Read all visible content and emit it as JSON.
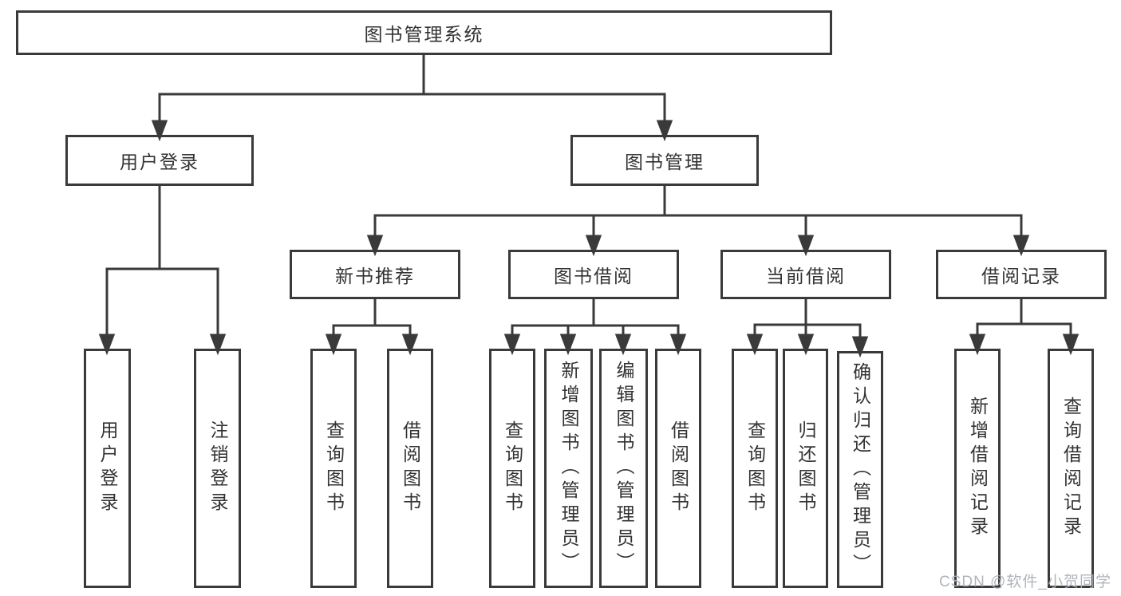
{
  "tree": {
    "root": "图书管理系统",
    "level2": [
      {
        "label": "用户登录",
        "children": [
          "用户登录",
          "注销登录"
        ]
      },
      {
        "label": "图书管理",
        "modules": [
          {
            "label": "新书推荐",
            "children": [
              "查询图书",
              "借阅图书"
            ]
          },
          {
            "label": "图书借阅",
            "children": [
              "查询图书",
              "新增图书（管理员）",
              "编辑图书（管理员）",
              "借阅图书"
            ]
          },
          {
            "label": "当前借阅",
            "children": [
              "查询图书",
              "归还图书",
              "确认归还（管理员）"
            ]
          },
          {
            "label": "借阅记录",
            "children": [
              "新增借阅记录",
              "查询借阅记录"
            ]
          }
        ]
      }
    ]
  },
  "watermark": "CSDN @软件_小贺同学",
  "colors": {
    "line": "#3a3a3a",
    "text": "#333333",
    "watermark": "#acb1b8",
    "background": "#ffffff"
  }
}
